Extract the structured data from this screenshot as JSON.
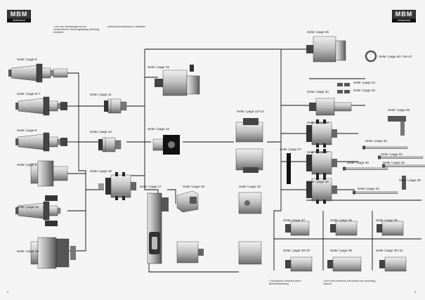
{
  "brand": {
    "name": "MBM",
    "tagline": "Switzerland"
  },
  "notes": {
    "top_left": "• Von den Werkzeugen ist ein elektronischer Werzeugkatalog (Winfinal) erhältlich",
    "top_right": "• elektronical database is available",
    "bottom_left": "• Technische Hinweise siehe Betriebsanleitung",
    "bottom_right": "• Ihre more technical information see operating manual"
  },
  "page_numbers": {
    "left": "2",
    "right": "3"
  },
  "labels": {
    "l8": "Seite / page 8",
    "l67": "Seite / page 6+7",
    "l9": "Seite / page 9",
    "l5": "Seite / page 5",
    "l16a": "Seite / page 16",
    "l16b": "Seite / page 16",
    "l11": "Seite / page 11",
    "l10": "Seite / page 10",
    "l16c": "Seite / page 16",
    "l15": "Seite / page 15",
    "l12": "Seite / page 12",
    "l17": "Seite / page 17",
    "l19a": "Seite / page 19",
    "l19b": "Seite / page 19",
    "l1314": "Seite / page 13+14",
    "l25": "Seite / page 25",
    "l4046": "Seite / page 40 / 46+47",
    "l22": "Seite / page 22",
    "l24": "Seite / page 24",
    "l23": "Seite / page 23",
    "l29": "Seite / page 29",
    "l28": "Seite / page 28",
    "l32": "Seite / page 32",
    "l27b": "Seite / page 27",
    "l27": "Seite / page 27",
    "l31": "Seite / page 31",
    "l33": "Seite / page 33",
    "l30": "Seite / page 30",
    "l26": "Seite / page 26",
    "l34": "Seite / page 34",
    "l35": "Seite / page 35",
    "l37": "Seite / page 37",
    "l38a": "Seite / page 38",
    "l39": "Seite / page 39",
    "l3637": "Seite / page 36+37",
    "l38b": "Seite / page 38",
    "l4041": "Seite / page 40+41"
  }
}
